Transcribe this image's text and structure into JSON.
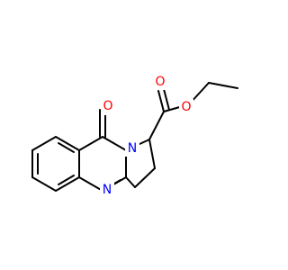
{
  "molecule": {
    "atom_labels": [
      {
        "id": "o-carbonyl-ring",
        "text": "O",
        "color": "#ff0000"
      },
      {
        "id": "n-ring-1",
        "text": "N",
        "color": "#0000ff"
      },
      {
        "id": "n-ring-2",
        "text": "N",
        "color": "#0000ff"
      },
      {
        "id": "o-ester-carbonyl",
        "text": "O",
        "color": "#ff0000"
      },
      {
        "id": "o-ester",
        "text": "O",
        "color": "#ff0000"
      }
    ]
  },
  "colors": {
    "bond": "#000000",
    "oxygen": "#ff0000",
    "nitrogen": "#0000ff",
    "background": "#ffffff"
  }
}
